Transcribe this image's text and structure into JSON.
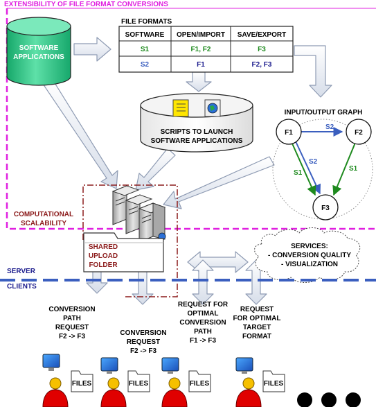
{
  "extensibility_label": "EXTENSIBILITY OF FILE FORMAT CONVERSIONS",
  "software_db": {
    "line1": "SOFTWARE",
    "line2": "APPLICATIONS"
  },
  "file_formats": {
    "title": "FILE FORMATS",
    "headers": [
      "SOFTWARE",
      "OPEN/IMPORT",
      "SAVE/EXPORT"
    ],
    "rows": [
      {
        "software": "S1",
        "open": "F1, F2",
        "save": "F3"
      },
      {
        "software": "S2",
        "open": "F1",
        "save": "F2, F3"
      }
    ]
  },
  "scripts_db": {
    "line1": "SCRIPTS TO LAUNCH",
    "line2": "SOFTWARE APPLICATIONS"
  },
  "io_graph": {
    "title": "INPUT/OUTPUT GRAPH",
    "nodes": [
      "F1",
      "F2",
      "F3"
    ],
    "edges": [
      {
        "from": "F1",
        "to": "F2",
        "label": "S2"
      },
      {
        "from": "F1",
        "to": "F3",
        "label": "S2"
      },
      {
        "from": "F1",
        "to": "F3",
        "label": "S1"
      },
      {
        "from": "F2",
        "to": "F3",
        "label": "S1"
      }
    ]
  },
  "computational": {
    "line1": "COMPUTATIONAL",
    "line2": "SCALABILITY"
  },
  "shared_folder": {
    "line1": "SHARED",
    "line2": "UPLOAD",
    "line3": "FOLDER"
  },
  "services": {
    "line1": "SERVICES:",
    "line2": "- CONVERSION QUALITY",
    "line3": "- VISUALIZATION"
  },
  "server_label": "SERVER",
  "clients_label": "CLIENTS",
  "clients": [
    {
      "lines": [
        "CONVERSION",
        "PATH",
        "REQUEST",
        "F2 -> F3"
      ],
      "files": "FILES"
    },
    {
      "lines": [
        "CONVERSION",
        "REQUEST",
        "F2 -> F3"
      ],
      "files": "FILES"
    },
    {
      "lines": [
        "REQUEST FOR",
        "OPTIMAL",
        "CONVERSION",
        "PATH",
        "F1 -> F3"
      ],
      "files": "FILES"
    },
    {
      "lines": [
        "REQUEST",
        "FOR OPTIMAL",
        "TARGET",
        "FORMAT"
      ],
      "files": "FILES"
    }
  ],
  "colors": {
    "magenta": "#e020e0",
    "dark_red": "#8b1a1a",
    "blue": "#3b5fbf",
    "green": "#1e8a1e",
    "navy": "#1a1a8c",
    "db_green": "#2ec98a",
    "arrow_fill": "#e4e9f2",
    "arrow_stroke": "#8e9bb3"
  }
}
